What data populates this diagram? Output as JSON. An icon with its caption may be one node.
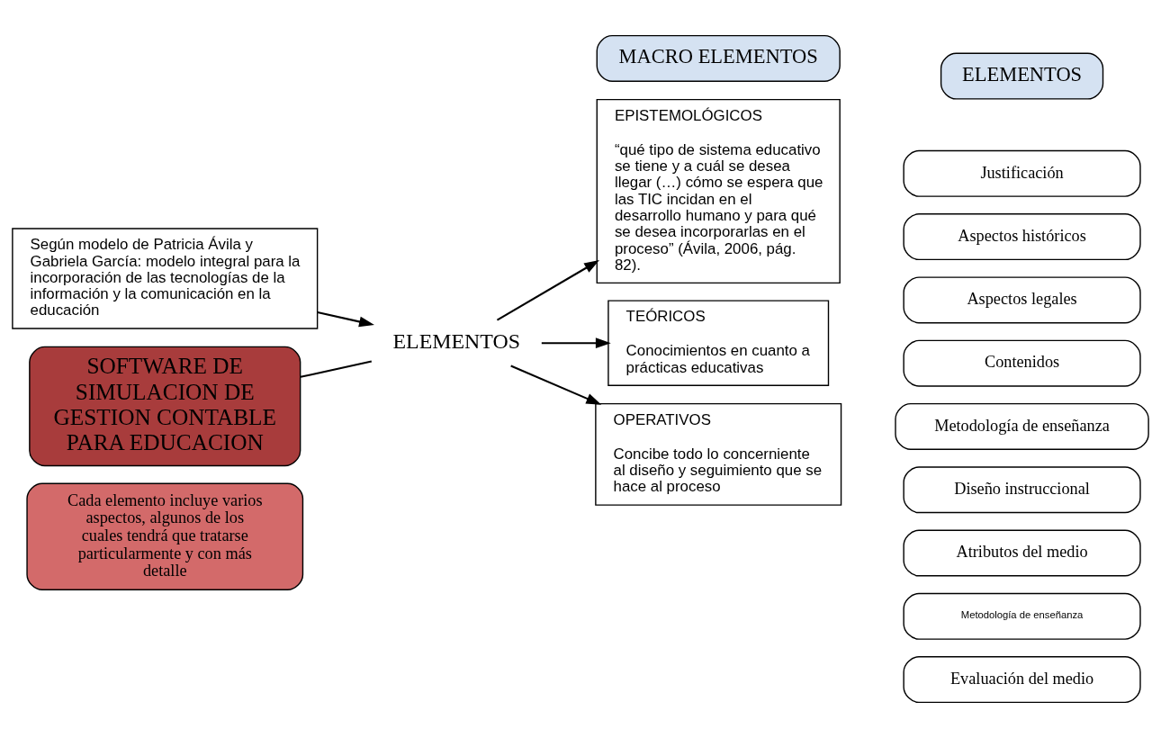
{
  "diagram": {
    "nodes": [
      {
        "text": [
          "MACRO ELEMENTOS"
        ]
      },
      {
        "text": [
          "ELEMENTOS"
        ]
      },
      {
        "text": [
          "Según modelo de Patricia Ávila y Gabriela García: modelo integral para la incorporación de las tecnologías de la información y la comunicación en la educación"
        ]
      },
      {
        "text": [
          "SOFTWARE DE SIMULACION DE GESTION CONTABLE PARA EDUCACION"
        ]
      },
      {
        "text": [
          "ELEMENTOS"
        ]
      },
      {
        "text": [
          "EPISTEMOLÓGICOS",
          "“qué tipo de sistema educativo se tiene y a cuál se desea llegar (…) cómo se espera que las TIC incidan en el desarrollo humano y para qué se desea incorporarlas en el proceso” (Ávila, 2006, pág. 82)."
        ]
      },
      {
        "text": [
          "TEÓRICOS",
          "Conocimientos en cuanto a prácticas educativas"
        ]
      },
      {
        "text": [
          "OPERATIVOS",
          "Concibe todo lo concerniente al diseño y seguimiento que se hace al proceso"
        ]
      },
      {
        "text": [
          "Cada elemento incluye varios aspectos, algunos de los cuales tendrá que tratarse particularmente y con más detalle"
        ]
      },
      {
        "text": [
          "Justificación"
        ]
      },
      {
        "text": [
          "Aspectos históricos"
        ]
      },
      {
        "text": [
          "Aspectos legales"
        ]
      },
      {
        "text": [
          "Contenidos"
        ]
      },
      {
        "text": [
          "Metodología de enseñanza"
        ]
      },
      {
        "text": [
          "Diseño instruccional"
        ]
      },
      {
        "text": [
          "Atributos del medio"
        ]
      },
      {
        "text": [
          "Metodología de enseñanza"
        ]
      },
      {
        "text": [
          "Evaluación del medio"
        ]
      }
    ],
    "edges": [
      {
        "from": 2,
        "to": 4,
        "arrow": "to"
      },
      {
        "from": 3,
        "to": 4,
        "arrow": "none"
      },
      {
        "from": 4,
        "to": 5,
        "arrow": "to"
      },
      {
        "from": 4,
        "to": 6,
        "arrow": "to"
      },
      {
        "from": 4,
        "to": 7,
        "arrow": "to"
      }
    ]
  }
}
